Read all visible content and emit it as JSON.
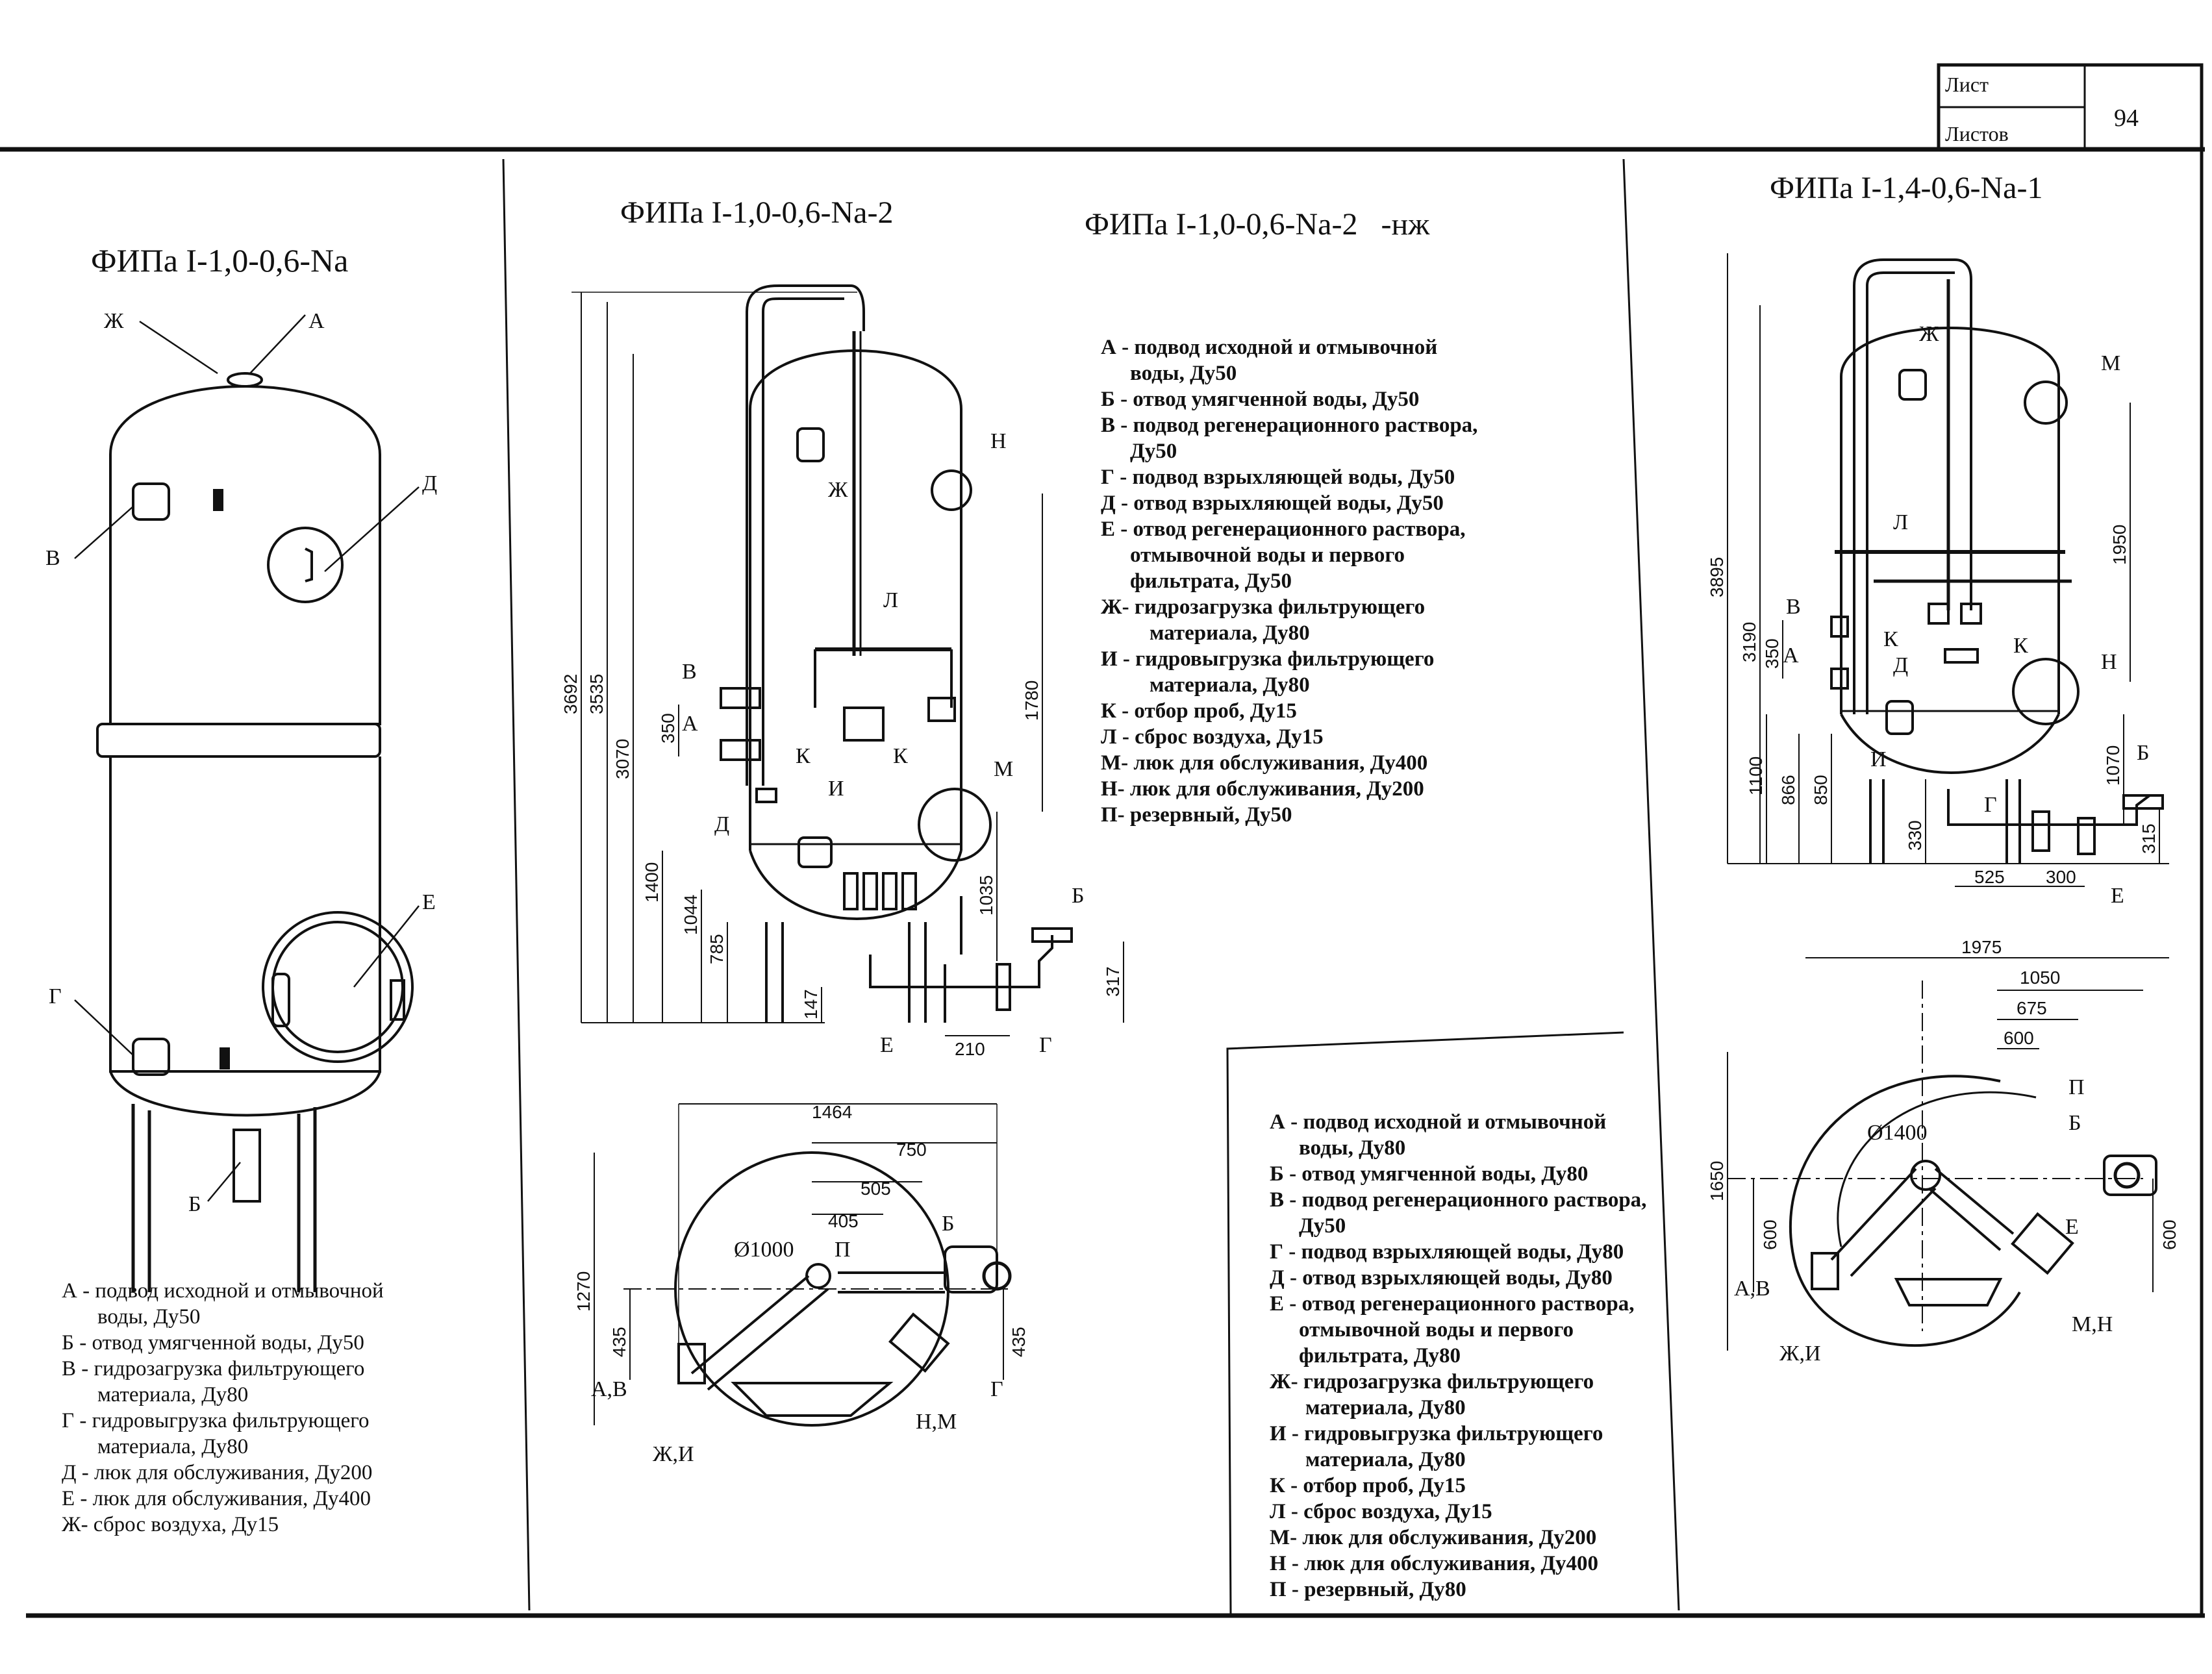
{
  "sheet": {
    "list_label": "Лист",
    "lists_label": "Листов",
    "number": "94"
  },
  "panel1": {
    "title": "ФИПа I-1,0-0,6-Na",
    "callouts": [
      "Ж",
      "А",
      "Д",
      "В",
      "Е",
      "Г",
      "Б"
    ],
    "legend": [
      "А - подвод исходной и отмывочной",
      "воды, Ду50",
      "Б - отвод умягченной воды, Ду50",
      "В - гидрозагрузка фильтрующего",
      "материала, Ду80",
      "Г - гидровыгрузка фильтрующего",
      "материала, Ду80",
      "Д - люк для обслуживания, Ду200",
      "Е - люк для обслуживания, Ду400",
      "Ж- сброс воздуха, Ду15"
    ]
  },
  "panel2": {
    "title_a": "ФИПа I-1,0-0,6-Na-2",
    "title_b": "ФИПа I-1,0-0,6-Na-2",
    "title_b_suffix": "-нж",
    "dims": [
      "3692",
      "3535",
      "3070",
      "350",
      "1400",
      "1044",
      "785",
      "1780",
      "1035",
      "317",
      "147",
      "210"
    ],
    "callouts": [
      "В",
      "А",
      "Д",
      "Н",
      "Ж",
      "Л",
      "К",
      "К",
      "И",
      "М",
      "Б",
      "Е",
      "Г"
    ],
    "plan_dims": [
      "1464",
      "750",
      "505",
      "405",
      "1270",
      "435",
      "435"
    ],
    "plan_callouts": [
      "Ø1000",
      "П",
      "Б",
      "А,В",
      "Г",
      "Ж,И",
      "Н,М"
    ],
    "legend": [
      "А - подвод исходной и отмывочной",
      "воды, Ду50",
      "Б - отвод умягченной воды, Ду50",
      "В - подвод регенерационного раствора,",
      "Ду50",
      "Г - подвод взрыхляющей воды, Ду50",
      "Д - отвод взрыхляющей воды, Ду50",
      "Е - отвод регенерационного раствора,",
      "отмывочной воды и первого",
      "фильтрата, Ду50",
      "Ж- гидрозагрузка фильтрующего",
      "материала, Ду80",
      "И - гидровыгрузка фильтрующего",
      "материала, Ду80",
      "К - отбор проб, Ду15",
      "Л - сброс воздуха, Ду15",
      "М- люк для обслуживания, Ду400",
      "Н- люк для обслуживания, Ду200",
      "П- резервный, Ду50"
    ]
  },
  "panel3": {
    "title": "ФИПа I-1,4-0,6-Na-1",
    "dims": [
      "3895",
      "3190",
      "350",
      "1100",
      "866",
      "850",
      "1950",
      "1070",
      "330",
      "315",
      "525",
      "300"
    ],
    "callouts": [
      "Ж",
      "М",
      "Л",
      "В",
      "К",
      "К",
      "А",
      "Д",
      "Н",
      "И",
      "Г",
      "Б",
      "Е"
    ],
    "plan_dims": [
      "1975",
      "1050",
      "675",
      "600",
      "1650",
      "600",
      "600"
    ],
    "plan_callouts": [
      "Ø1400",
      "П",
      "Б",
      "Е",
      "А,В",
      "Ж,И",
      "М,Н"
    ],
    "legend": [
      "А - подвод исходной и отмывочной",
      "воды, Ду80",
      "Б - отвод умягченной воды, Ду80",
      "В - подвод регенерационного раствора,",
      "Ду50",
      "Г - подвод взрыхляющей воды, Ду80",
      "Д - отвод взрыхляющей воды, Ду80",
      "Е - отвод регенерационного раствора,",
      "отмывочной воды и первого",
      "фильтрата, Ду80",
      "Ж- гидрозагрузка фильтрующего",
      "материала, Ду80",
      "И - гидровыгрузка фильтрующего",
      "материала, Ду80",
      "К - отбор проб, Ду15",
      "Л - сброс воздуха, Ду15",
      "М- люк для обслуживания, Ду200",
      "Н - люк для обслуживания, Ду400",
      "П - резервный, Ду80"
    ]
  }
}
